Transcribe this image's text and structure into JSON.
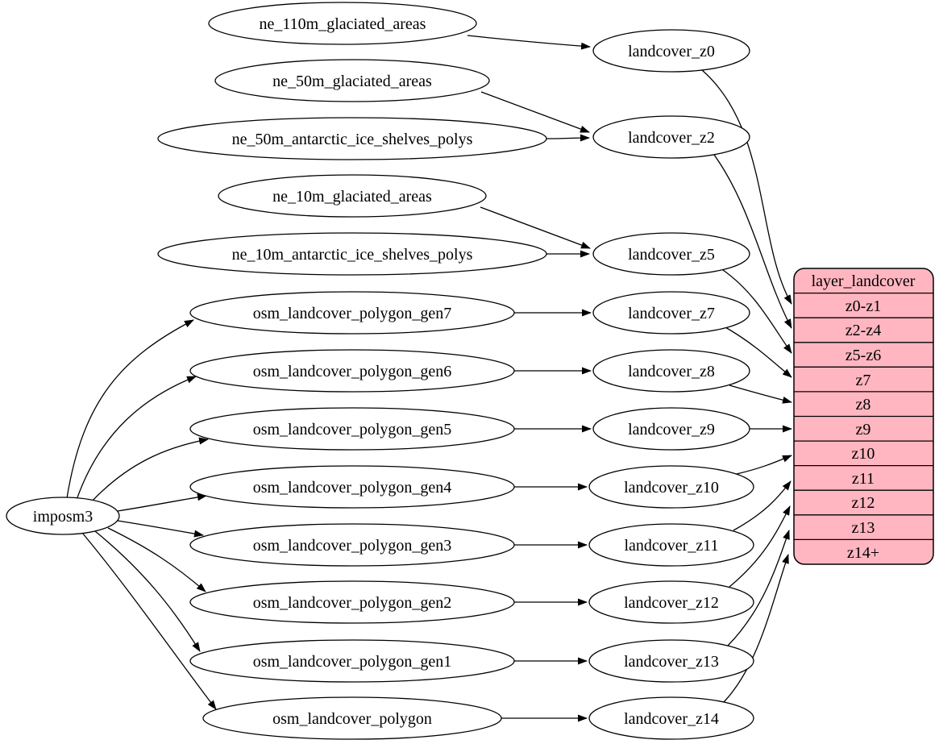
{
  "colors": {
    "background": "#ffffff",
    "node_fill": "#ffffff",
    "node_stroke": "#000000",
    "edge_color": "#000000",
    "table_fill": "#ffb6c1",
    "text_color": "#000000"
  },
  "importer": {
    "label": "imposm3"
  },
  "sources": [
    {
      "label": "ne_110m_glaciated_areas"
    },
    {
      "label": "ne_50m_glaciated_areas"
    },
    {
      "label": "ne_50m_antarctic_ice_shelves_polys"
    },
    {
      "label": "ne_10m_glaciated_areas"
    },
    {
      "label": "ne_10m_antarctic_ice_shelves_polys"
    },
    {
      "label": "osm_landcover_polygon_gen7"
    },
    {
      "label": "osm_landcover_polygon_gen6"
    },
    {
      "label": "osm_landcover_polygon_gen5"
    },
    {
      "label": "osm_landcover_polygon_gen4"
    },
    {
      "label": "osm_landcover_polygon_gen3"
    },
    {
      "label": "osm_landcover_polygon_gen2"
    },
    {
      "label": "osm_landcover_polygon_gen1"
    },
    {
      "label": "osm_landcover_polygon"
    }
  ],
  "views": [
    {
      "label": "landcover_z0"
    },
    {
      "label": "landcover_z2"
    },
    {
      "label": "landcover_z5"
    },
    {
      "label": "landcover_z7"
    },
    {
      "label": "landcover_z8"
    },
    {
      "label": "landcover_z9"
    },
    {
      "label": "landcover_z10"
    },
    {
      "label": "landcover_z11"
    },
    {
      "label": "landcover_z12"
    },
    {
      "label": "landcover_z13"
    },
    {
      "label": "landcover_z14"
    }
  ],
  "layer_table": {
    "title": "layer_landcover",
    "rows": [
      {
        "label": "z0-z1"
      },
      {
        "label": "z2-z4"
      },
      {
        "label": "z5-z6"
      },
      {
        "label": "z7"
      },
      {
        "label": "z8"
      },
      {
        "label": "z9"
      },
      {
        "label": "z10"
      },
      {
        "label": "z11"
      },
      {
        "label": "z12"
      },
      {
        "label": "z13"
      },
      {
        "label": "z14+"
      }
    ]
  },
  "edges": [
    {
      "from": "ne_110m_glaciated_areas",
      "to": "landcover_z0"
    },
    {
      "from": "ne_50m_glaciated_areas",
      "to": "landcover_z2"
    },
    {
      "from": "ne_50m_antarctic_ice_shelves_polys",
      "to": "landcover_z2"
    },
    {
      "from": "ne_10m_glaciated_areas",
      "to": "landcover_z5"
    },
    {
      "from": "ne_10m_antarctic_ice_shelves_polys",
      "to": "landcover_z5"
    },
    {
      "from": "imposm3",
      "to": "osm_landcover_polygon_gen7"
    },
    {
      "from": "imposm3",
      "to": "osm_landcover_polygon_gen6"
    },
    {
      "from": "imposm3",
      "to": "osm_landcover_polygon_gen5"
    },
    {
      "from": "imposm3",
      "to": "osm_landcover_polygon_gen4"
    },
    {
      "from": "imposm3",
      "to": "osm_landcover_polygon_gen3"
    },
    {
      "from": "imposm3",
      "to": "osm_landcover_polygon_gen2"
    },
    {
      "from": "imposm3",
      "to": "osm_landcover_polygon_gen1"
    },
    {
      "from": "imposm3",
      "to": "osm_landcover_polygon"
    },
    {
      "from": "osm_landcover_polygon_gen7",
      "to": "landcover_z7"
    },
    {
      "from": "osm_landcover_polygon_gen6",
      "to": "landcover_z8"
    },
    {
      "from": "osm_landcover_polygon_gen5",
      "to": "landcover_z9"
    },
    {
      "from": "osm_landcover_polygon_gen4",
      "to": "landcover_z10"
    },
    {
      "from": "osm_landcover_polygon_gen3",
      "to": "landcover_z11"
    },
    {
      "from": "osm_landcover_polygon_gen2",
      "to": "landcover_z12"
    },
    {
      "from": "osm_landcover_polygon_gen1",
      "to": "landcover_z13"
    },
    {
      "from": "osm_landcover_polygon",
      "to": "landcover_z14"
    },
    {
      "from": "landcover_z0",
      "to": "layer_landcover:z0-z1"
    },
    {
      "from": "landcover_z2",
      "to": "layer_landcover:z2-z4"
    },
    {
      "from": "landcover_z5",
      "to": "layer_landcover:z5-z6"
    },
    {
      "from": "landcover_z7",
      "to": "layer_landcover:z7"
    },
    {
      "from": "landcover_z8",
      "to": "layer_landcover:z8"
    },
    {
      "from": "landcover_z9",
      "to": "layer_landcover:z9"
    },
    {
      "from": "landcover_z10",
      "to": "layer_landcover:z10"
    },
    {
      "from": "landcover_z11",
      "to": "layer_landcover:z11"
    },
    {
      "from": "landcover_z12",
      "to": "layer_landcover:z12"
    },
    {
      "from": "landcover_z13",
      "to": "layer_landcover:z13"
    },
    {
      "from": "landcover_z14",
      "to": "layer_landcover:z14+"
    }
  ]
}
